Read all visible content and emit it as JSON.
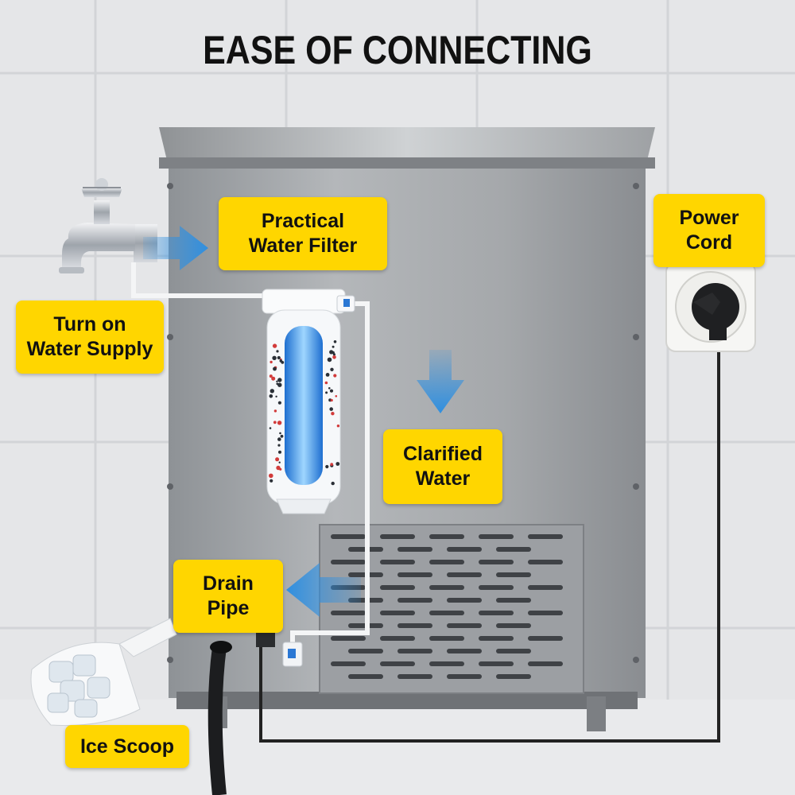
{
  "title": "EASE OF CONNECTING",
  "labels": {
    "water_filter": [
      "Practical",
      "Water Filter"
    ],
    "water_supply": [
      "Turn on",
      "Water Supply"
    ],
    "clarified_water": [
      "Clarified",
      "Water"
    ],
    "drain_pipe": [
      "Drain",
      "Pipe"
    ],
    "power_cord": [
      "Power",
      "Cord"
    ],
    "ice_scoop": [
      "Ice Scoop"
    ]
  },
  "colors": {
    "label_background": "#ffd600",
    "arrow": "#2f8fe0",
    "stainless": "#a9acaf",
    "wall": "#e6e7e9"
  },
  "icons": [
    "faucet-icon",
    "water-filter-icon",
    "power-socket-icon",
    "ice-scoop-icon",
    "flow-arrow-icon"
  ]
}
